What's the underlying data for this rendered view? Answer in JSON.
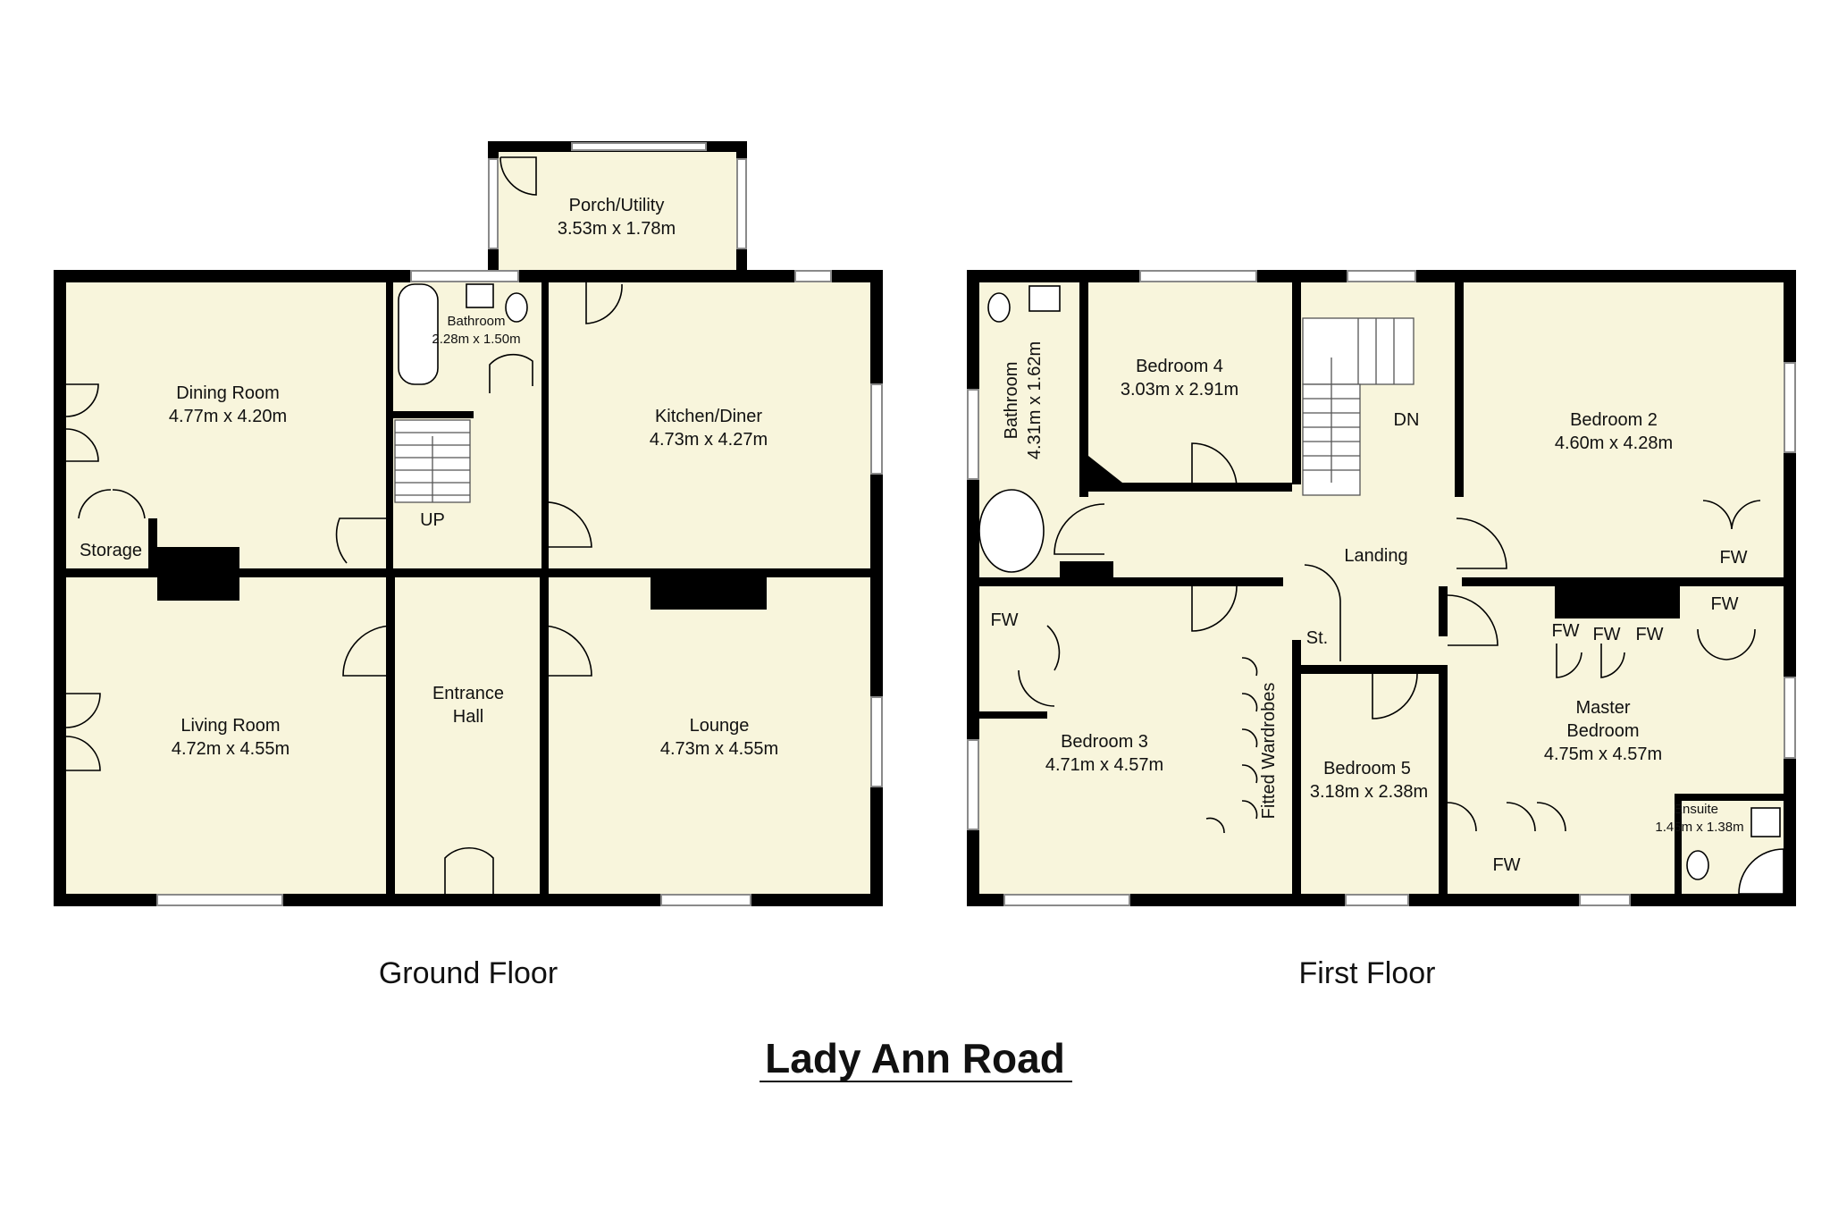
{
  "title": "Lady Ann Road",
  "ground_floor": {
    "label": "Ground Floor",
    "rooms": {
      "porch": {
        "name": "Porch/Utility",
        "dims": "3.53m x 1.78m"
      },
      "dining": {
        "name": "Dining Room",
        "dims": "4.77m x 4.20m"
      },
      "bathroom": {
        "name": "Bathroom",
        "dims": "2.28m x 1.50m"
      },
      "kitchen": {
        "name": "Kitchen/Diner",
        "dims": "4.73m x 4.27m"
      },
      "storage": {
        "name": "Storage"
      },
      "up": {
        "name": "UP"
      },
      "hall": {
        "name1": "Entrance",
        "name2": "Hall"
      },
      "living": {
        "name": "Living Room",
        "dims": "4.72m x 4.55m"
      },
      "lounge": {
        "name": "Lounge",
        "dims": "4.73m x 4.55m"
      }
    }
  },
  "first_floor": {
    "label": "First Floor",
    "rooms": {
      "bathroom": {
        "name": "Bathroom",
        "dims": "4.31m x 1.62m"
      },
      "bed4": {
        "name": "Bedroom 4",
        "dims": "3.03m x 2.91m"
      },
      "dn": {
        "name": "DN"
      },
      "bed2": {
        "name": "Bedroom 2",
        "dims": "4.60m x 4.28m"
      },
      "landing": {
        "name": "Landing"
      },
      "st": {
        "name": "St."
      },
      "bed3": {
        "name": "Bedroom 3",
        "dims": "4.71m x 4.57m"
      },
      "wardrobes": {
        "name": "Fitted Wardrobes"
      },
      "bed5": {
        "name": "Bedroom 5",
        "dims": "3.18m x 2.38m"
      },
      "master": {
        "name1": "Master",
        "name2": "Bedroom",
        "dims": "4.75m x 4.57m"
      },
      "ensuite": {
        "name": "Ensuite",
        "dims": "1.45m x 1.38m"
      },
      "fw": "FW"
    }
  }
}
